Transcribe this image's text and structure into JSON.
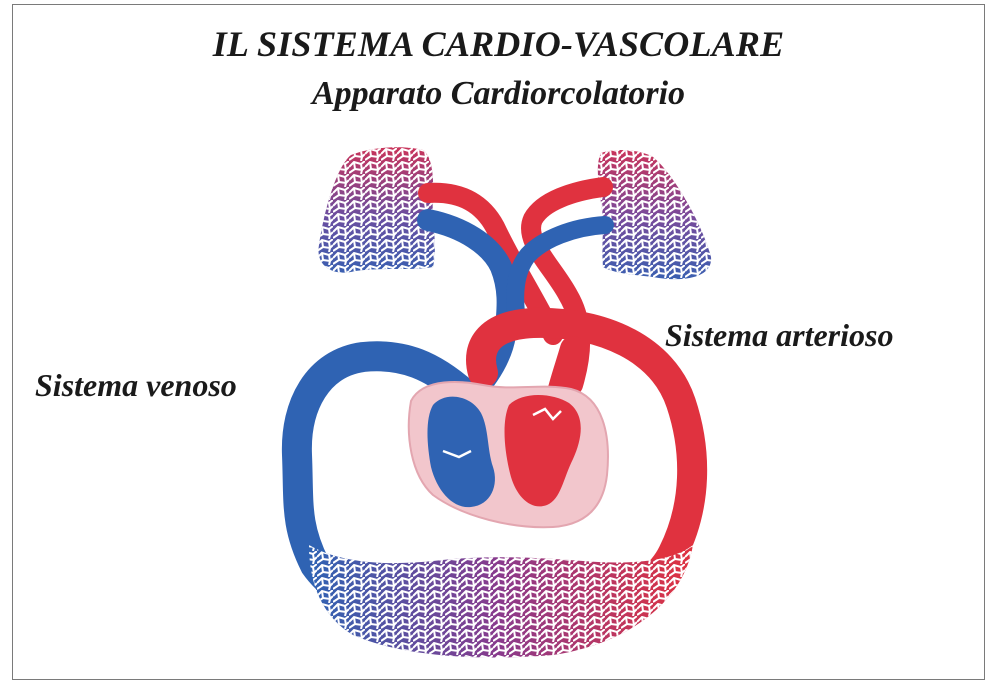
{
  "slide": {
    "title": "IL SISTEMA CARDIO-VASCOLARE",
    "subtitle": "Apparato Cardiorcolatorio"
  },
  "labels": {
    "arterial": "Sistema arterioso",
    "venous": "Sistema venoso"
  },
  "colors": {
    "arterial": "#e0323f",
    "venous": "#2f63b3",
    "capillary_mix": "#8a3a8c",
    "heart_tissue": "#f2c6cc"
  }
}
